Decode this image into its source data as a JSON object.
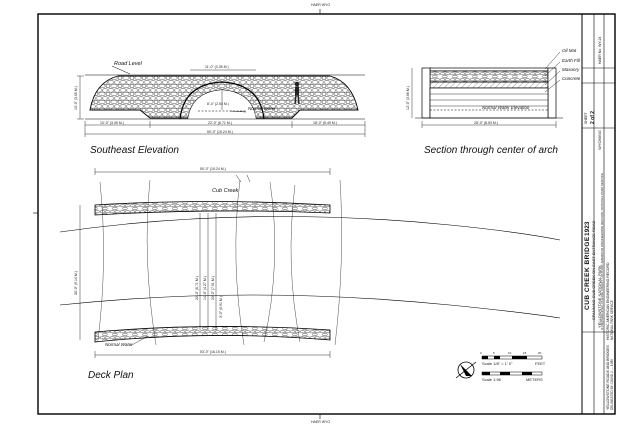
{
  "sheet": {
    "top_mark": "HAER WYO",
    "bottom_mark": "HAER WYO"
  },
  "elevation": {
    "title": "Southeast Elevation",
    "road_level": "Road Level",
    "normal_water": "Normal Water",
    "dims": {
      "top_span": "11'-0\" (3.35 M.)",
      "arch_rise": "8'-4\" (2.54 M.)",
      "left_height": "10'-0\" (3.05 M.)",
      "left_seg": "10'-0\" (3.05 M.)",
      "mid_seg": "22'-0\" (6.71 M.)",
      "right_seg": "18'-0\" (5.49 M.)",
      "total": "50'-0\" (15.24 M.)"
    }
  },
  "section": {
    "title": "Section through center of arch",
    "labels": [
      "Oil Mat",
      "Earth Fill",
      "Masonry",
      "Concrete"
    ],
    "normal_water": "Normal Water Elevation",
    "dims": {
      "left_height": "12'-0\" (3.66 M.)",
      "total": "28'-0\" (8.53 M.)"
    }
  },
  "plan": {
    "title": "Deck Plan",
    "creek": "Cub Creek",
    "normal_water": "Normal Water",
    "dims": {
      "top": "50'-0\" (15.24 M.)",
      "bottom": "53'-0\" (16.15 M.)",
      "left": "30'-0\" (9.14 M.)",
      "c1": "22'-0\" (6.71 M.)",
      "c2": "14'-0\" (4.27 M.)",
      "c3": "23'-0\" (7.01 M.)",
      "c4": "3'-0\" (0.91 M.)"
    }
  },
  "scale": {
    "feet_label": "Scale 1/8\" = 1' 0\"",
    "feet_unit": "FEET",
    "meter_label": "Scale 1:96",
    "meter_unit": "METERS",
    "ticks": [
      "0",
      "5",
      "10",
      "15",
      "20"
    ]
  },
  "title_block": {
    "bridge_name": "CUB CREEK BRIDGE",
    "year": "1923",
    "location": "SPANNING CUB CREEK ON EAST ENTRANCE ROAD",
    "park": "YELLOWSTONE NATIONAL PARK",
    "state": "WYOMING",
    "series": "YELLOWSTONE ROADS AND BRIDGES",
    "record": "HISTORIC AMERICAN ENGINEERING RECORD",
    "agency": "NATIONAL PARK SERVICE",
    "sheet_label": "SHEET",
    "sheet_no": "2 of 2",
    "haer_no": "HAER No. WY-24",
    "drawn_by": "DELINEATED BY: DAVID J. ...  1989",
    "note": "IF REPRODUCED, PLEASE CREDIT: HISTORIC AMERICAN ENGINEERING RECORD, NATIONAL PARK SERVICE"
  }
}
